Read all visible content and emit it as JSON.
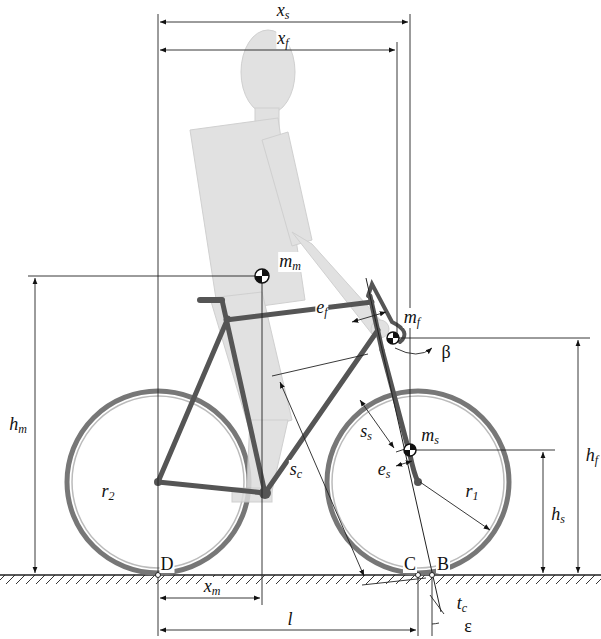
{
  "diagram": {
    "labels": [
      "xs",
      "xf",
      "mm",
      "ef",
      "mf",
      "β",
      "hm",
      "ss",
      "ms",
      "es",
      "r1",
      "hs",
      "hf",
      "sc",
      "r2",
      "D",
      "C",
      "B",
      "xm",
      "tc",
      "l",
      "ε"
    ]
  }
}
